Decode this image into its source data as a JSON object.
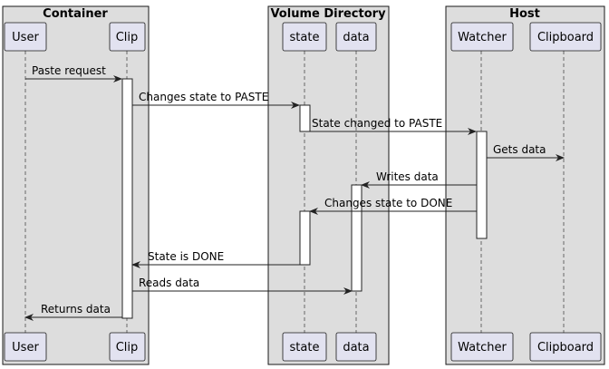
{
  "boxes": [
    {
      "id": "container",
      "title": "Container"
    },
    {
      "id": "volume",
      "title": "Volume Directory"
    },
    {
      "id": "host",
      "title": "Host"
    }
  ],
  "participants": [
    {
      "id": "user",
      "label": "User",
      "box": "container"
    },
    {
      "id": "clip",
      "label": "Clip",
      "box": "container"
    },
    {
      "id": "state",
      "label": "state",
      "box": "volume"
    },
    {
      "id": "data",
      "label": "data",
      "box": "volume"
    },
    {
      "id": "watcher",
      "label": "Watcher",
      "box": "host"
    },
    {
      "id": "clipboard",
      "label": "Clipboard",
      "box": "host"
    }
  ],
  "messages": [
    {
      "from": "user",
      "to": "clip",
      "label": "Paste request"
    },
    {
      "from": "clip",
      "to": "state",
      "label": "Changes state to PASTE"
    },
    {
      "from": "state",
      "to": "watcher",
      "label": "State changed to PASTE"
    },
    {
      "from": "watcher",
      "to": "clipboard",
      "label": "Gets data"
    },
    {
      "from": "watcher",
      "to": "data",
      "label": "Writes data"
    },
    {
      "from": "watcher",
      "to": "state",
      "label": "Changes state to DONE"
    },
    {
      "from": "state",
      "to": "clip",
      "label": "State is DONE"
    },
    {
      "from": "clip",
      "to": "data",
      "label": "Reads data"
    },
    {
      "from": "clip",
      "to": "user",
      "label": "Returns data"
    }
  ]
}
